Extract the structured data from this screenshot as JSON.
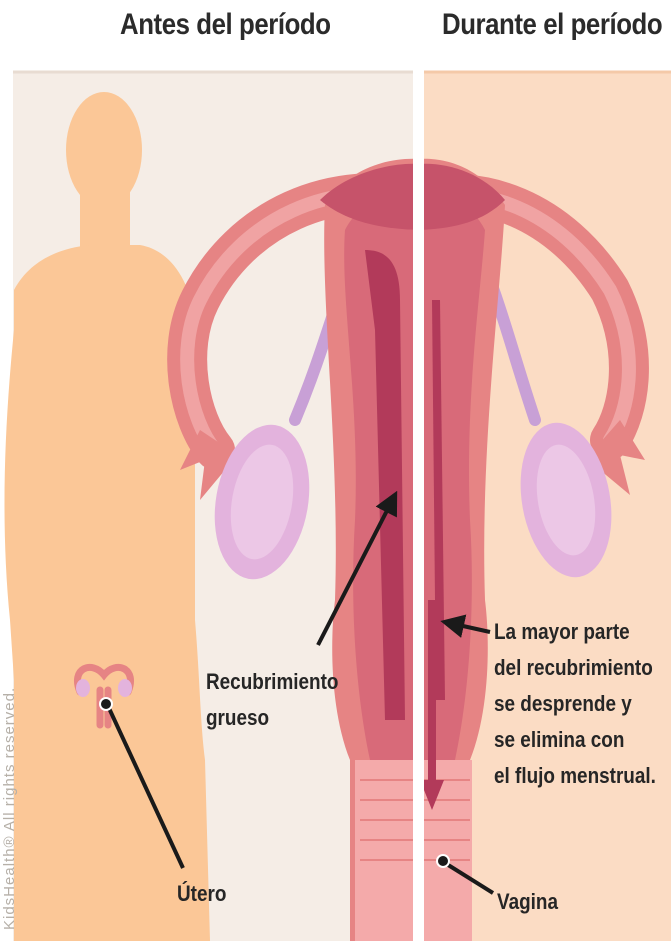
{
  "panels": {
    "before": {
      "title": "Antes del período"
    },
    "during": {
      "title": "Durante el período"
    }
  },
  "labels": {
    "lining": [
      "Recubrimiento",
      "grueso"
    ],
    "uterus": "Útero",
    "shed": [
      "La mayor parte",
      "del recubrimiento",
      "se desprende y",
      "se elimina con",
      "el flujo menstrual."
    ],
    "vagina": "Vagina"
  },
  "copyright": "KidsHealth® All rights reserved.",
  "colors": {
    "panel_left_bg": "#f5ede6",
    "panel_right_bg": "#fbdcc4",
    "body_silhouette": "#fbc797",
    "uterus": "#e68484",
    "uterus_dark": "#c6536a",
    "lining": "#b23a5a",
    "ovary": "#e3b3dd"
  }
}
